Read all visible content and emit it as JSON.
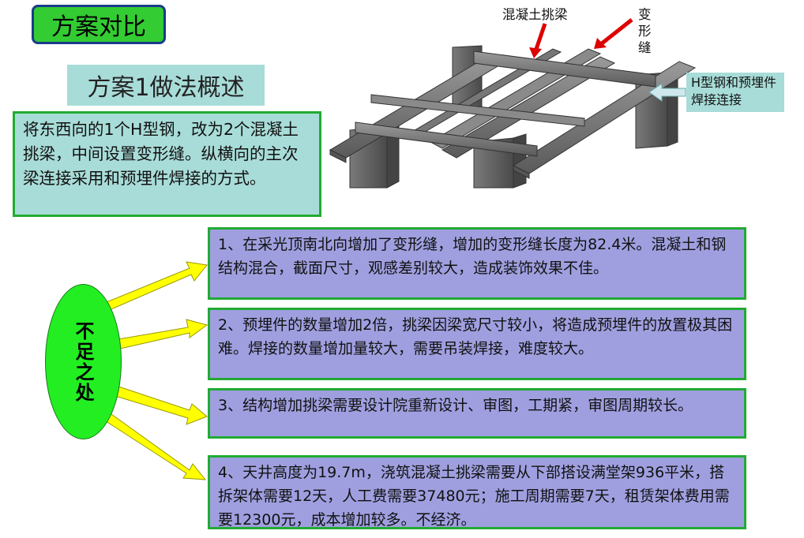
{
  "title": "方案对比",
  "subtitle": "方案1做法概述",
  "description": "将东西向的1个H型钢，改为2个混凝土挑梁，中间设置变形缝。纵横向的主次梁连接采用和预埋件焊接的方式。",
  "diagram_labels": {
    "beam": "混凝土挑梁",
    "joint": "变形缝",
    "h_steel": "H型钢和预埋件焊接连接"
  },
  "shortcoming_label": "不足之处",
  "issues": [
    "1、在采光顶南北向增加了变形缝，增加的变形缝长度为82.4米。混凝土和钢结构混合，截面尺寸，观感差别较大，造成装饰效果不佳。",
    "2、预埋件的数量增加2倍，挑梁因梁宽尺寸较小，将造成预埋件的放置极其困难。焊接的数量增加量较大，需要吊装焊接，难度较大。",
    "3、结构增加挑梁需要设计院重新设计、审图，工期紧，审图周期较长。",
    "4、天井高度为19.7m，浇筑混凝土挑梁需要从下部搭设满堂架936平米，搭拆架体需要12天，人工费需要37480元；施工周期需要7天，租赁架体费用需要12300元，成本增加较多。不经济。"
  ],
  "colors": {
    "title_bg": "#33cc33",
    "panel_bg": "#a8dcd8",
    "issue_bg": "#9f9fe0",
    "border_green": "#22aa33",
    "oval_green": "#22ee22",
    "arrow_yellow": "#ffff00",
    "red_arrow": "#dd0000"
  }
}
